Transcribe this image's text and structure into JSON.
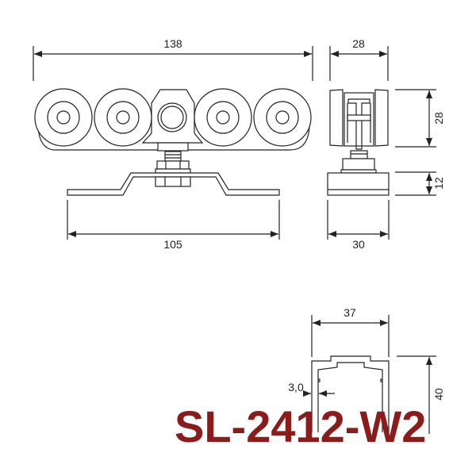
{
  "title": "SL-2412-W2",
  "title_color": "#8b1c1c",
  "dimensions": {
    "front_width": "138",
    "plate_width": "105",
    "side_width": "28",
    "side_height": "28",
    "plate_height": "12",
    "plate_depth": "30",
    "profile_width": "37",
    "profile_height": "40",
    "profile_wall": "3,0"
  }
}
